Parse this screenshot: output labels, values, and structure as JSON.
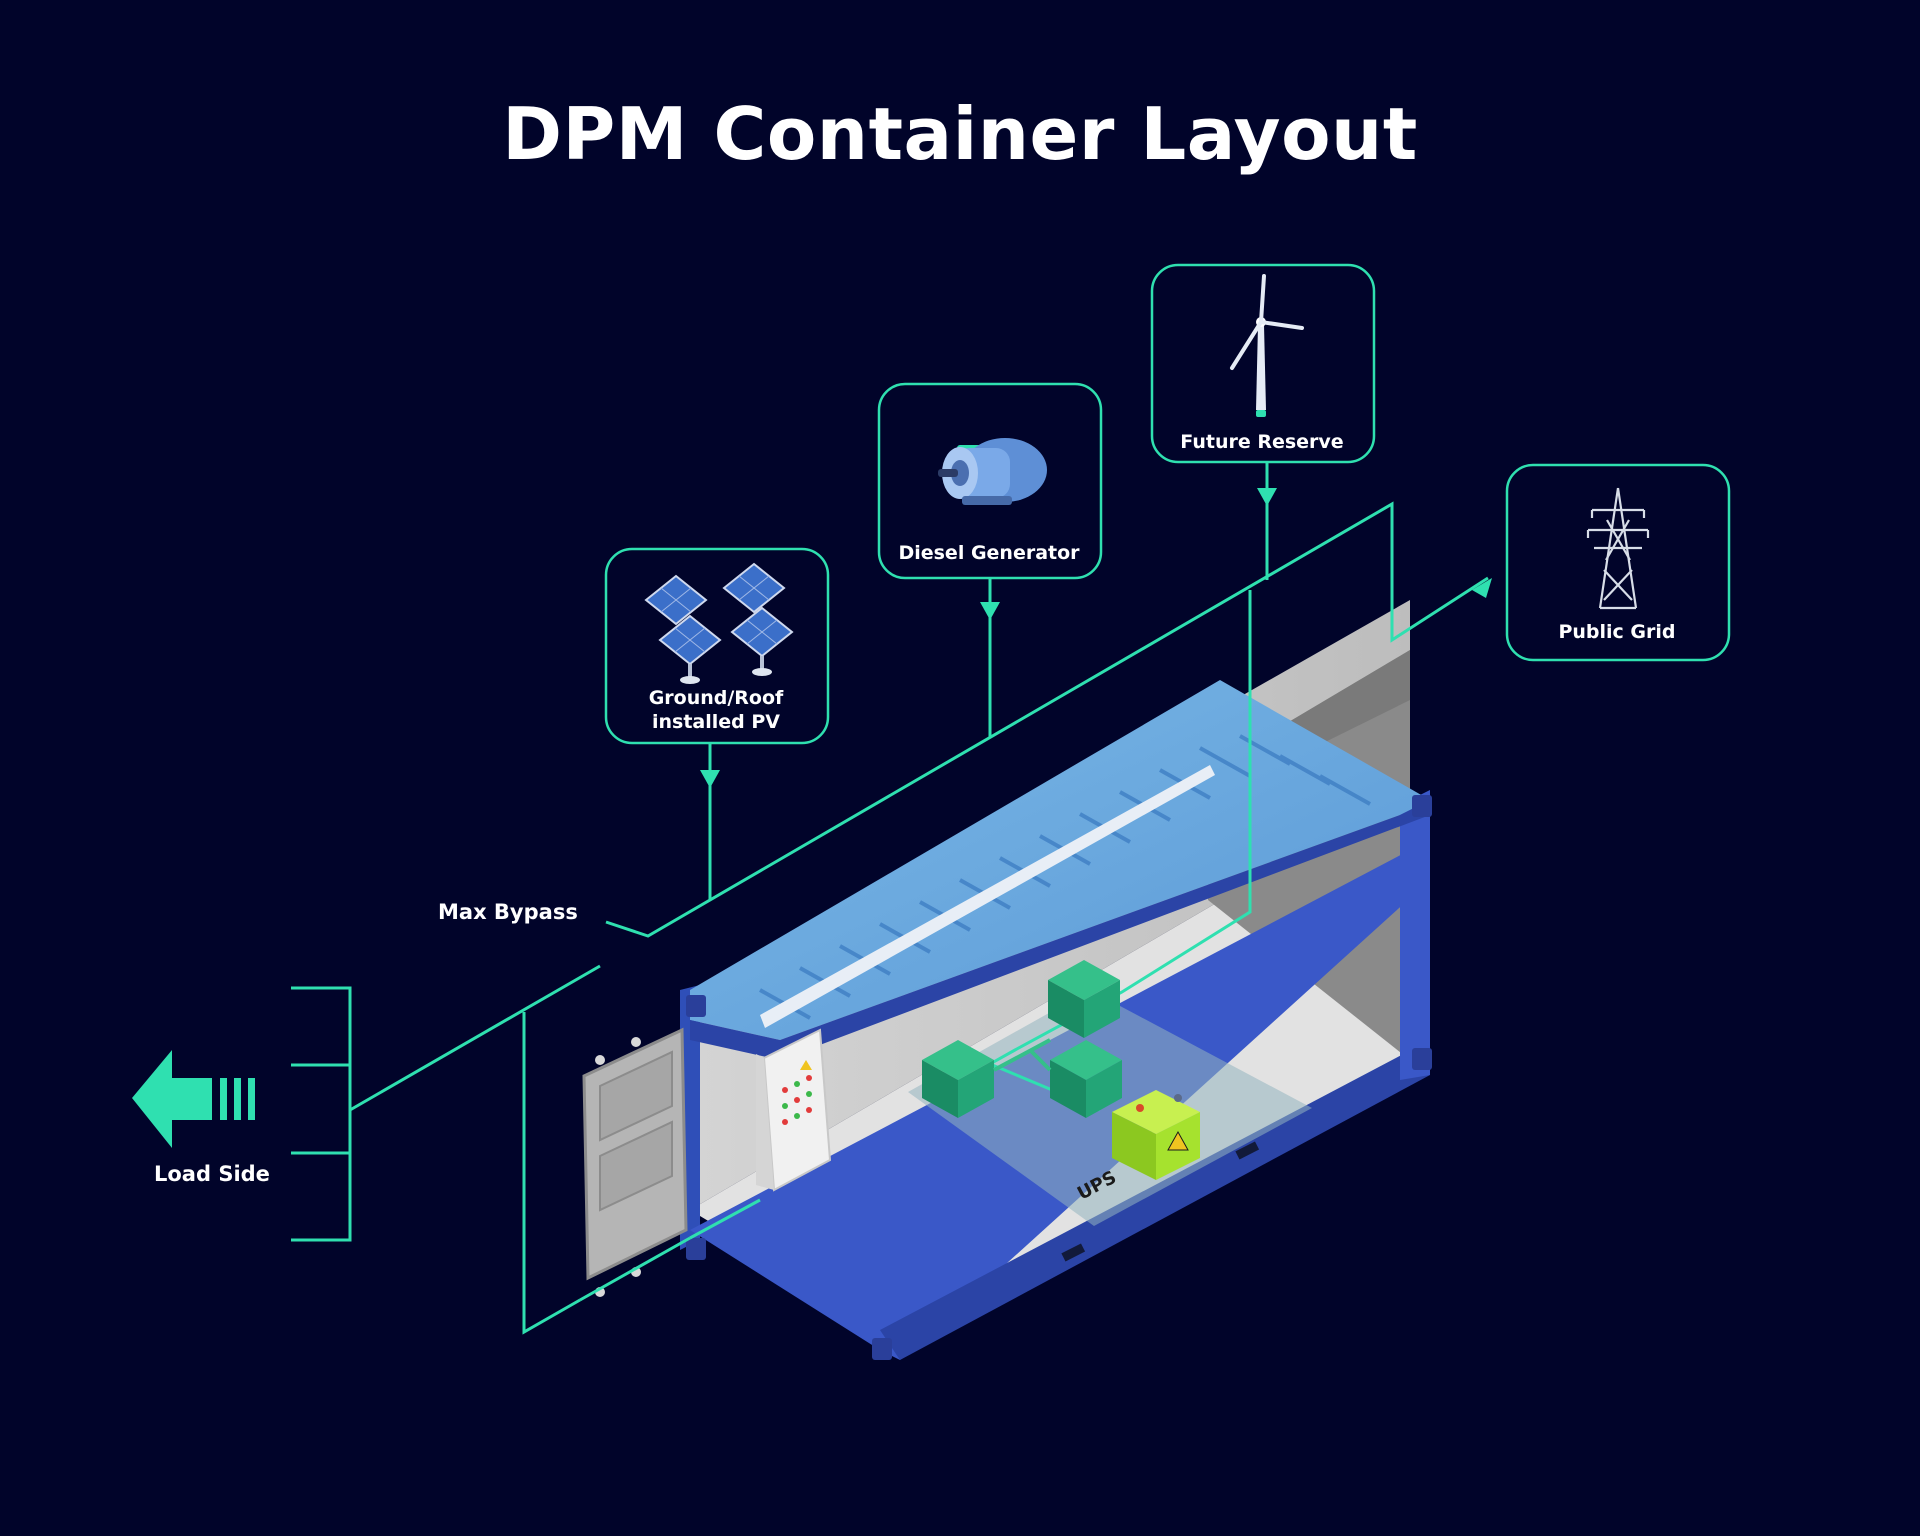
{
  "title": "DPM Container Layout",
  "sources": {
    "pv": "Ground/Roof installed PV",
    "diesel": "Diesel Generator",
    "future": "Future Reserve",
    "grid": "Public Grid"
  },
  "labels": {
    "max_bypass": "Max Bypass",
    "load_side": "Load Side",
    "ups": "UPS"
  },
  "icons": {
    "pv": "solar-panels-icon",
    "diesel": "electric-motor-icon",
    "future": "wind-turbine-icon",
    "grid": "transmission-tower-icon",
    "load": "arrow-left-icon"
  },
  "colors": {
    "background": "#01042a",
    "line": "#2fe0b0",
    "container_blue": "#3b5fc4",
    "container_roof": "#6aaee0",
    "module_green": "#1f9a72",
    "battery_green": "#a6e22e"
  }
}
